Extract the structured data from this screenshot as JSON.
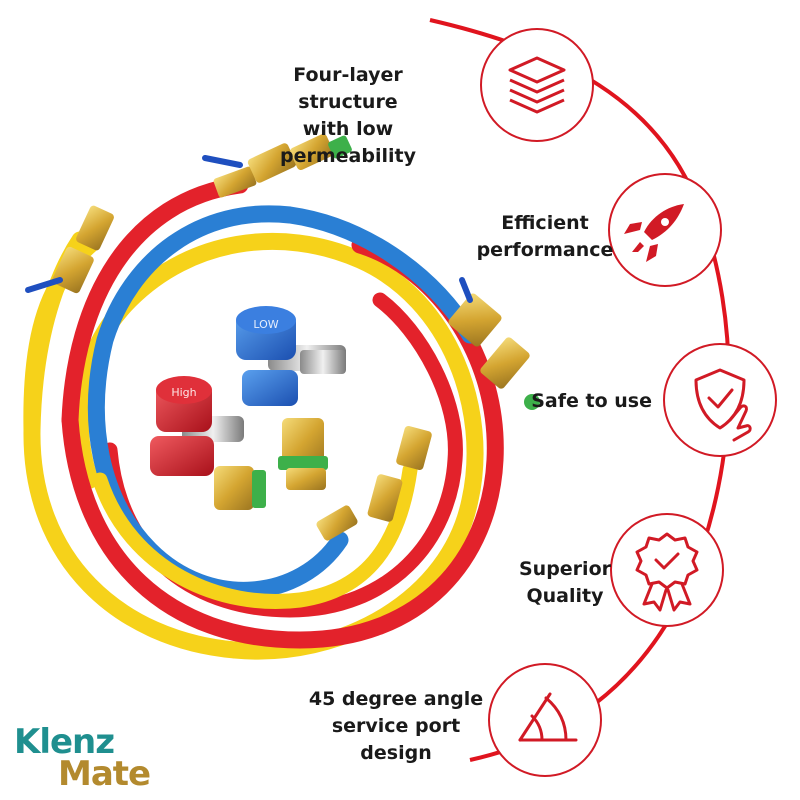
{
  "features": [
    {
      "id": "layers",
      "line1": "Four-layer structure",
      "line2": "with low permeability",
      "icon": "layers-icon"
    },
    {
      "id": "performance",
      "line1": "Efficient",
      "line2": "performance",
      "icon": "rocket-icon"
    },
    {
      "id": "safety",
      "line1": "Safe to use",
      "line2": "",
      "icon": "shield-hand-icon"
    },
    {
      "id": "quality",
      "line1": "Superior",
      "line2": "Quality",
      "icon": "award-ribbon-icon"
    },
    {
      "id": "angle",
      "line1": "45 degree angle",
      "line2": "service port design",
      "icon": "angle-icon"
    }
  ],
  "brand": {
    "line1": "Klenz",
    "line2": "Mate"
  },
  "product": {
    "coupler_low": "LOW",
    "coupler_high": "High"
  },
  "colors": {
    "accent": "#e0141e",
    "hose_red": "#e3222b",
    "hose_blue": "#2a7fd4",
    "hose_yellow": "#f6d21a",
    "brass": "#d9ad3a",
    "brand_teal": "#1f8f8f",
    "brand_gold": "#b38a2e"
  }
}
